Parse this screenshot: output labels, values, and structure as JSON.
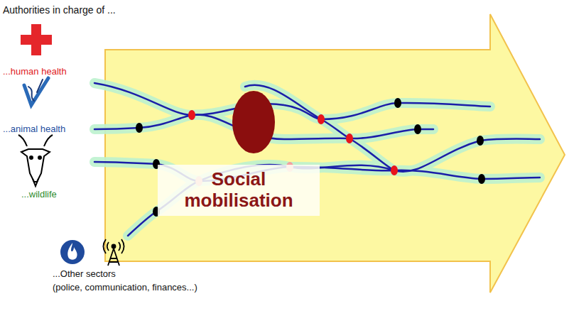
{
  "diagram": {
    "nodes": [
      {
        "text": [
          "Social mobilisation"
        ]
      }
    ],
    "labels": [
      "Authorities in charge of ...",
      "...human health",
      "...animal health",
      "...wildlife",
      "...Other sectors",
      "(police, communication, finances...)"
    ]
  }
}
